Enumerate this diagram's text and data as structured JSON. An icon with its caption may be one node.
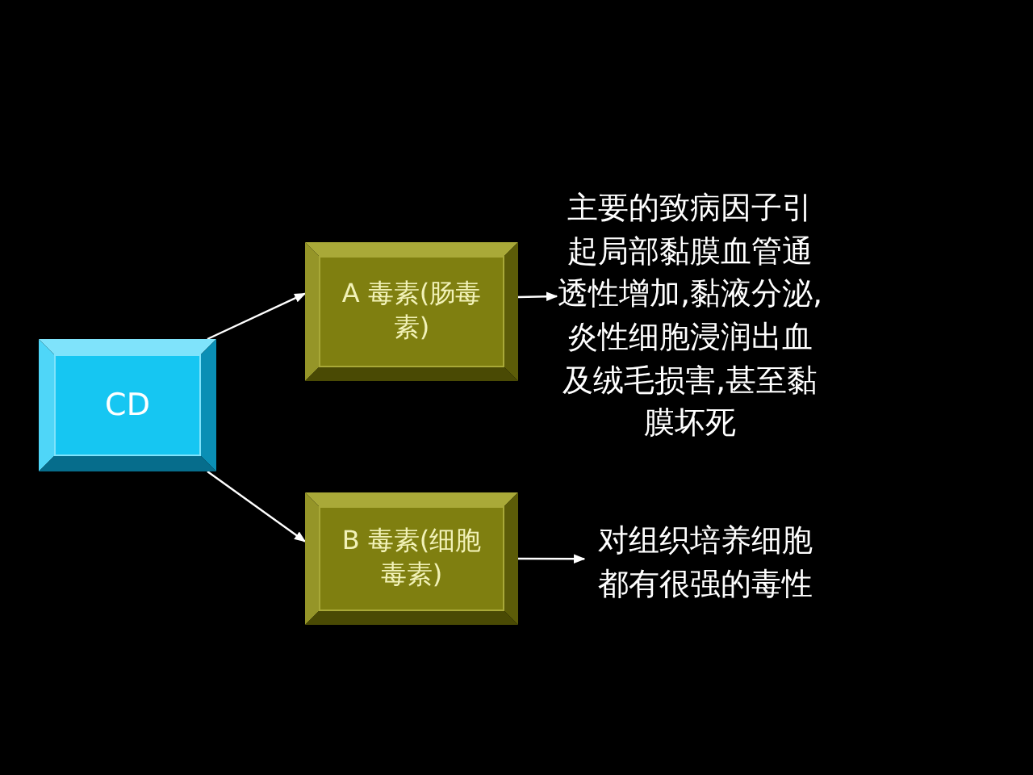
{
  "diagram": {
    "nodes": [
      {
        "text": [
          "CD"
        ]
      },
      {
        "text": [
          "A 毒素(肠毒素)"
        ]
      },
      {
        "text": [
          "主要的致病因子引起局部黏膜血管通透性增加,黏液分泌,炎性细胞浸润出血及绒毛损害,甚至黏膜坏死"
        ]
      },
      {
        "text": [
          "B 毒素(细胞毒素)"
        ]
      },
      {
        "text": [
          "对组织培养细胞都有很强的毒性"
        ]
      }
    ],
    "edges": [
      {
        "from": 0,
        "to": 1,
        "arrow": "to"
      },
      {
        "from": 0,
        "to": 3,
        "arrow": "to"
      },
      {
        "from": 1,
        "to": 2,
        "arrow": "to"
      },
      {
        "from": 3,
        "to": 4,
        "arrow": "to"
      }
    ]
  }
}
